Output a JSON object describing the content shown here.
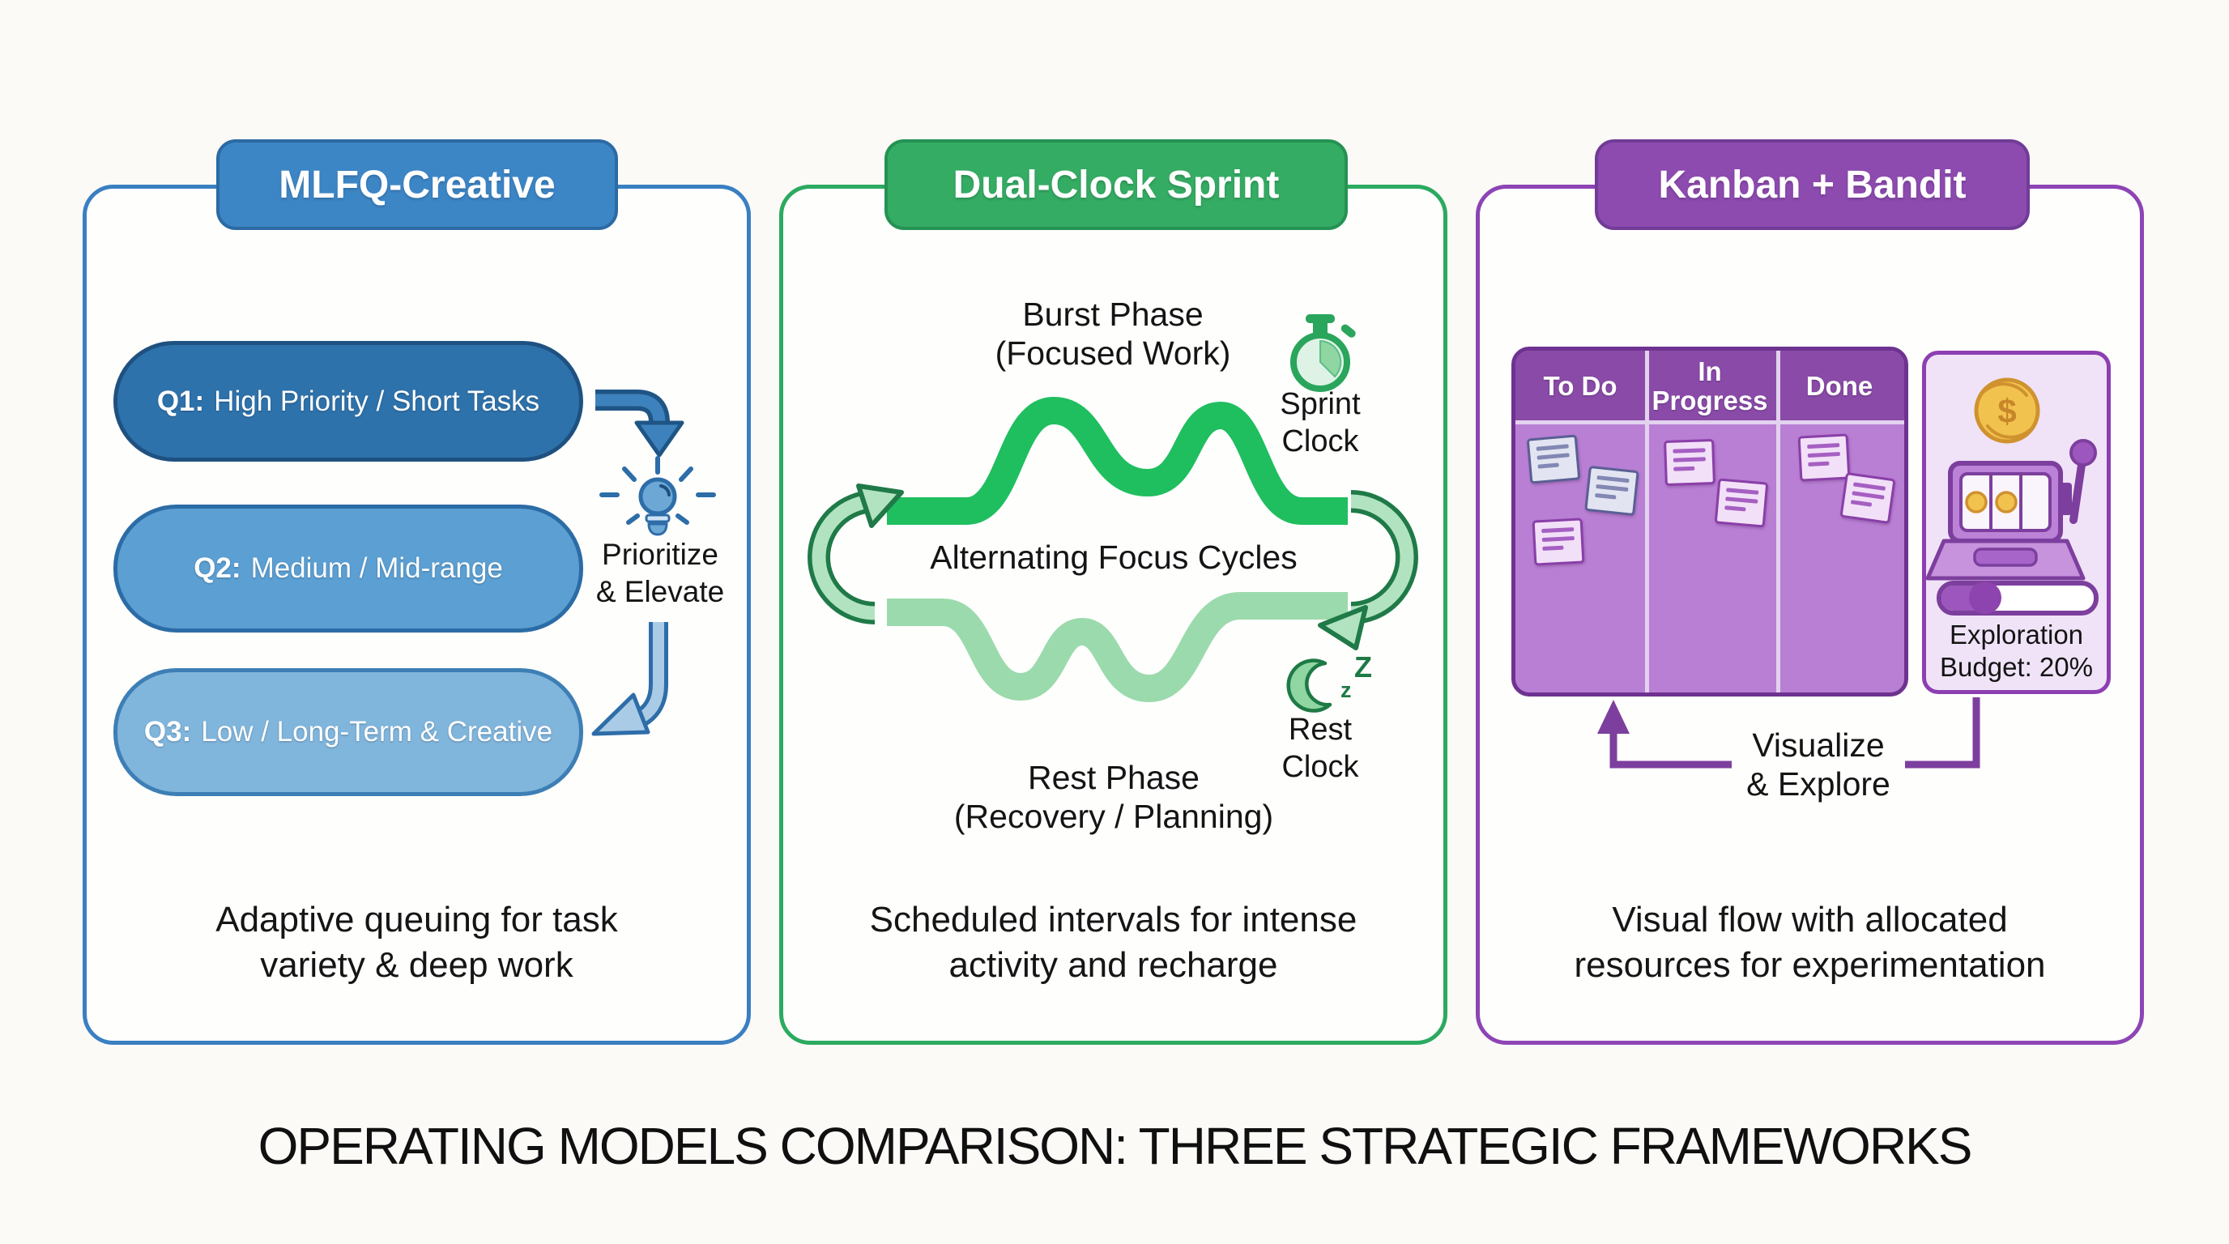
{
  "title": "OPERATING MODELS COMPARISON: THREE STRATEGIC FRAMEWORKS",
  "panels": {
    "mlfq": {
      "header": "MLFQ-Creative",
      "accent_color": "#3a7fc1",
      "queues": [
        {
          "prefix": "Q1:",
          "label": "High Priority / Short Tasks"
        },
        {
          "prefix": "Q2:",
          "label": "Medium / Mid-range"
        },
        {
          "prefix": "Q3:",
          "label": "Low / Long-Term & Creative"
        }
      ],
      "annotation": {
        "line1": "Prioritize",
        "line2": "& Elevate"
      },
      "caption": {
        "line1": "Adaptive queuing for task",
        "line2": "variety & deep work"
      }
    },
    "dual_clock": {
      "header": "Dual-Clock Sprint",
      "accent_color": "#2baa60",
      "burst": {
        "line1": "Burst Phase",
        "line2": "(Focused Work)"
      },
      "sprint_clock": {
        "line1": "Sprint",
        "line2": "Clock"
      },
      "cycle_label": "Alternating Focus Cycles",
      "rest": {
        "line1": "Rest Phase",
        "line2": "(Recovery / Planning)"
      },
      "rest_clock": {
        "line1": "Rest",
        "line2": "Clock"
      },
      "caption": {
        "line1": "Scheduled intervals for intense",
        "line2": "activity and recharge"
      }
    },
    "kanban": {
      "header": "Kanban + Bandit",
      "accent_color": "#8d44b5",
      "columns": [
        "To Do",
        "In Progress",
        "Done"
      ],
      "bandit": {
        "line1": "Exploration",
        "line2": "Budget: 20%",
        "budget_percent": "20%"
      },
      "connector": {
        "line1": "Visualize",
        "line2": "& Explore"
      },
      "caption": {
        "line1": "Visual flow with allocated",
        "line2": "resources for experimentation"
      }
    }
  },
  "icons": {
    "dollar_glyph": "$",
    "sleep_small": "z",
    "sleep_large": "Z"
  }
}
